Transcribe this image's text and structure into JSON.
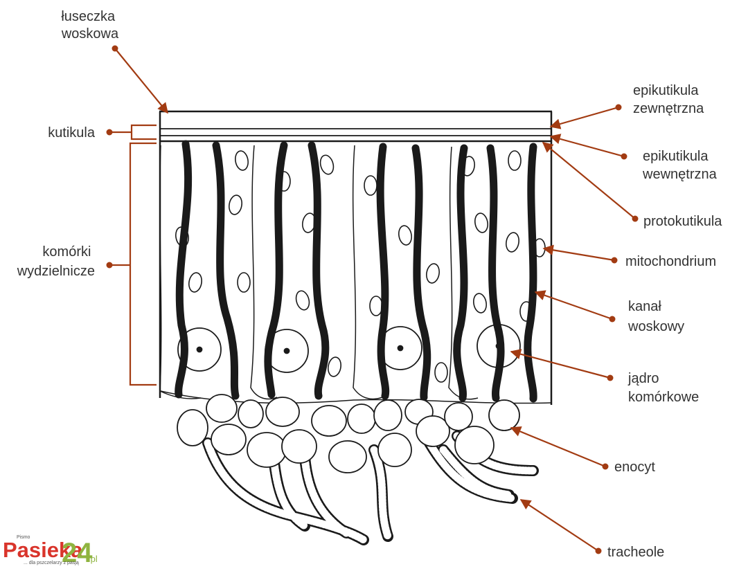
{
  "colors": {
    "accent": "#a23b12",
    "ink": "#1a1a1a",
    "text": "#333333",
    "logo_red": "#d9342b",
    "logo_green": "#8fb440"
  },
  "labels": {
    "luseczka_woskowa": [
      "łuseczka",
      "woskowa"
    ],
    "kutikula": [
      "kutikula"
    ],
    "komorki_wydzielnicze": [
      "komórki",
      "wydzielnicze"
    ],
    "epikutikula_zewnetrzna": [
      "epikutikula",
      "zewnętrzna"
    ],
    "epikutikula_wewnetrzna": [
      "epikutikula",
      "wewnętrzna"
    ],
    "protokutikula": [
      "protokutikula"
    ],
    "mitochondrium": [
      "mitochondrium"
    ],
    "kanal_woskowy": [
      "kanał",
      "woskowy"
    ],
    "jadro_komorkowe": [
      "jądro",
      "komórkowe"
    ],
    "enocyt": [
      "enocyt"
    ],
    "tracheole": [
      "tracheole"
    ]
  },
  "logo": {
    "small_top": "Pismo",
    "name": "Pasieka",
    "number": "24",
    "tld": ".pl",
    "tagline": "... dla pszczelarzy z pasją"
  }
}
